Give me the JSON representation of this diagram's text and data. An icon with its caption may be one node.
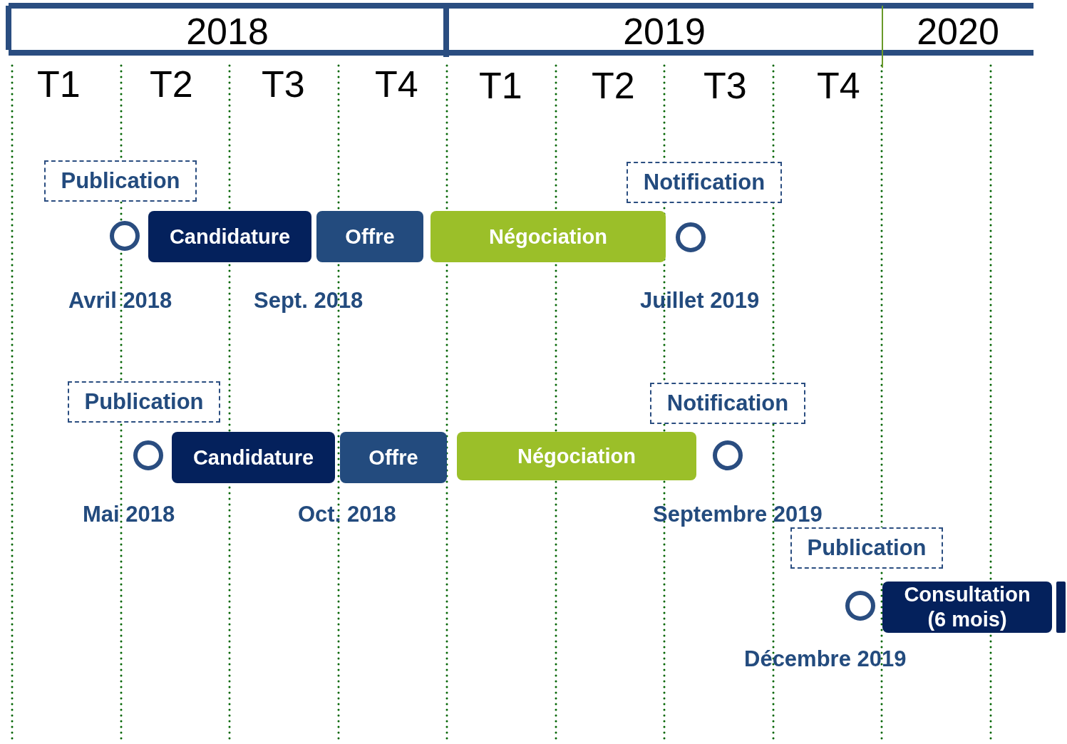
{
  "diagram": {
    "nodes": [
      {
        "text": [
          "2018"
        ]
      },
      {
        "text": [
          "2019"
        ]
      },
      {
        "text": [
          "2020"
        ]
      },
      {
        "text": [
          "Publication"
        ]
      },
      {
        "text": [
          "Notification"
        ]
      },
      {
        "text": [],
        "shape": "circle"
      },
      {
        "text": [
          "Candidature"
        ]
      },
      {
        "text": [
          "Offre"
        ]
      },
      {
        "text": [
          "Négociation"
        ]
      },
      {
        "text": [],
        "shape": "circle"
      },
      {
        "text": [
          "Publication"
        ]
      },
      {
        "text": [
          "Notification"
        ]
      },
      {
        "text": [],
        "shape": "circle"
      },
      {
        "text": [
          "Candidature"
        ]
      },
      {
        "text": [
          "Offre"
        ]
      },
      {
        "text": [
          "Négociation"
        ]
      },
      {
        "text": [],
        "shape": "circle"
      },
      {
        "text": [
          "Publication"
        ]
      },
      {
        "text": [],
        "shape": "circle"
      },
      {
        "text": [
          "Consultation (6 mois)"
        ]
      },
      {
        "text": [],
        "shape": "bar"
      }
    ],
    "edges": [],
    "labels": [
      "T1",
      "T2",
      "T3",
      "T4",
      "T1",
      "T2",
      "T3",
      "T4",
      "Avril 2018",
      "Sept. 2018",
      "Juillet 2019",
      "Mai 2018",
      "Oct. 2018",
      "Septembre 2019",
      "Décembre 2019"
    ]
  }
}
